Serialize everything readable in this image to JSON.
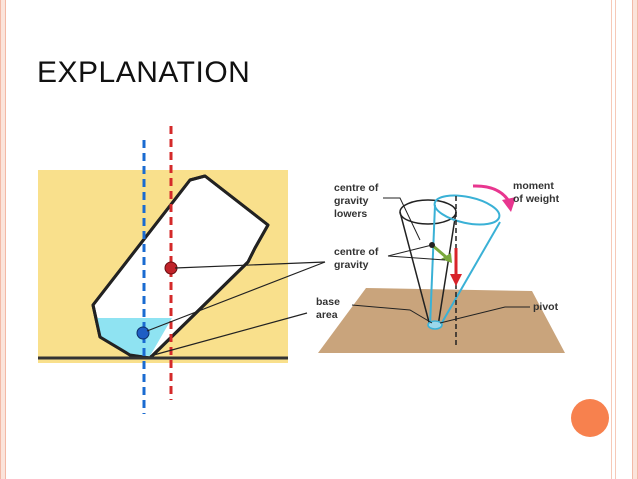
{
  "slide": {
    "title": "EXPLANATION"
  },
  "right_diagram": {
    "labels": {
      "cog_lowers_1": "centre of",
      "cog_lowers_2": "gravity",
      "cog_lowers_3": "lowers",
      "moment_1": "moment",
      "moment_2": "of weight",
      "cog_1": "centre of",
      "cog_2": "gravity",
      "base_1": "base",
      "base_2": "area",
      "pivot": "pivot"
    }
  },
  "colors": {
    "accent_dot": "#f7814e",
    "left_panel_bg": "#f9e08c",
    "water": "#8fe3f2",
    "red_line": "#d42a2a",
    "blue_line": "#1a6bd1",
    "table": "#c9a47c",
    "cone_blue": "#3ab1d6",
    "arrow_red": "#d8232a",
    "arrow_pink": "#e8368f",
    "arrow_green": "#79a83c"
  }
}
